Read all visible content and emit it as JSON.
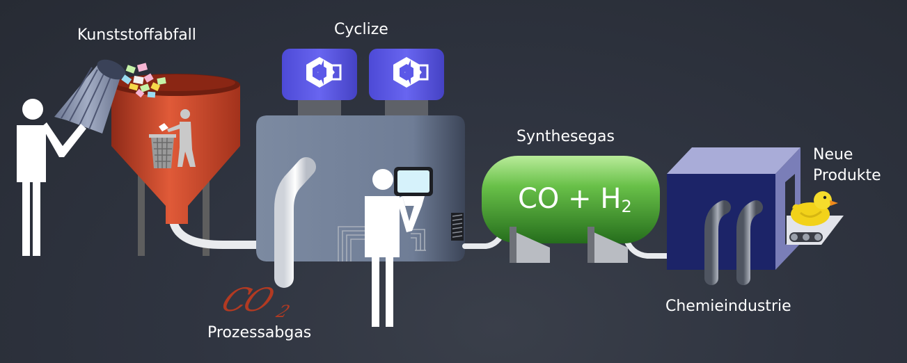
{
  "labels": {
    "waste": "Kunststoffabfall",
    "brand": "Cyclize",
    "syngas": "Synthesegas",
    "new_products_line1": "Neue",
    "new_products_line2": "Produkte",
    "industry": "Chemieindustrie",
    "process_gas": "Prozessabgas"
  },
  "formula": {
    "left": "CO + H",
    "subscript": "2"
  },
  "co2_mark": {
    "main": "CO",
    "sub": "2"
  },
  "colors": {
    "background": "#2b303a",
    "hopper": "#c7432a",
    "reactor": "#7a889e",
    "plasma_unit": "#5b58e8",
    "syngas_tank": "#4fa338",
    "factory": "#1c2468",
    "factory_top": "#a9acd8",
    "co2": "#b23a22",
    "figure": "#ffffff"
  },
  "icons": [
    "person-icon",
    "trash-can-icon",
    "recycle-bin-icon",
    "cyclize-logo-icon",
    "monitor-icon",
    "rubber-duck-icon",
    "conveyor-icon",
    "chimney-icon"
  ]
}
